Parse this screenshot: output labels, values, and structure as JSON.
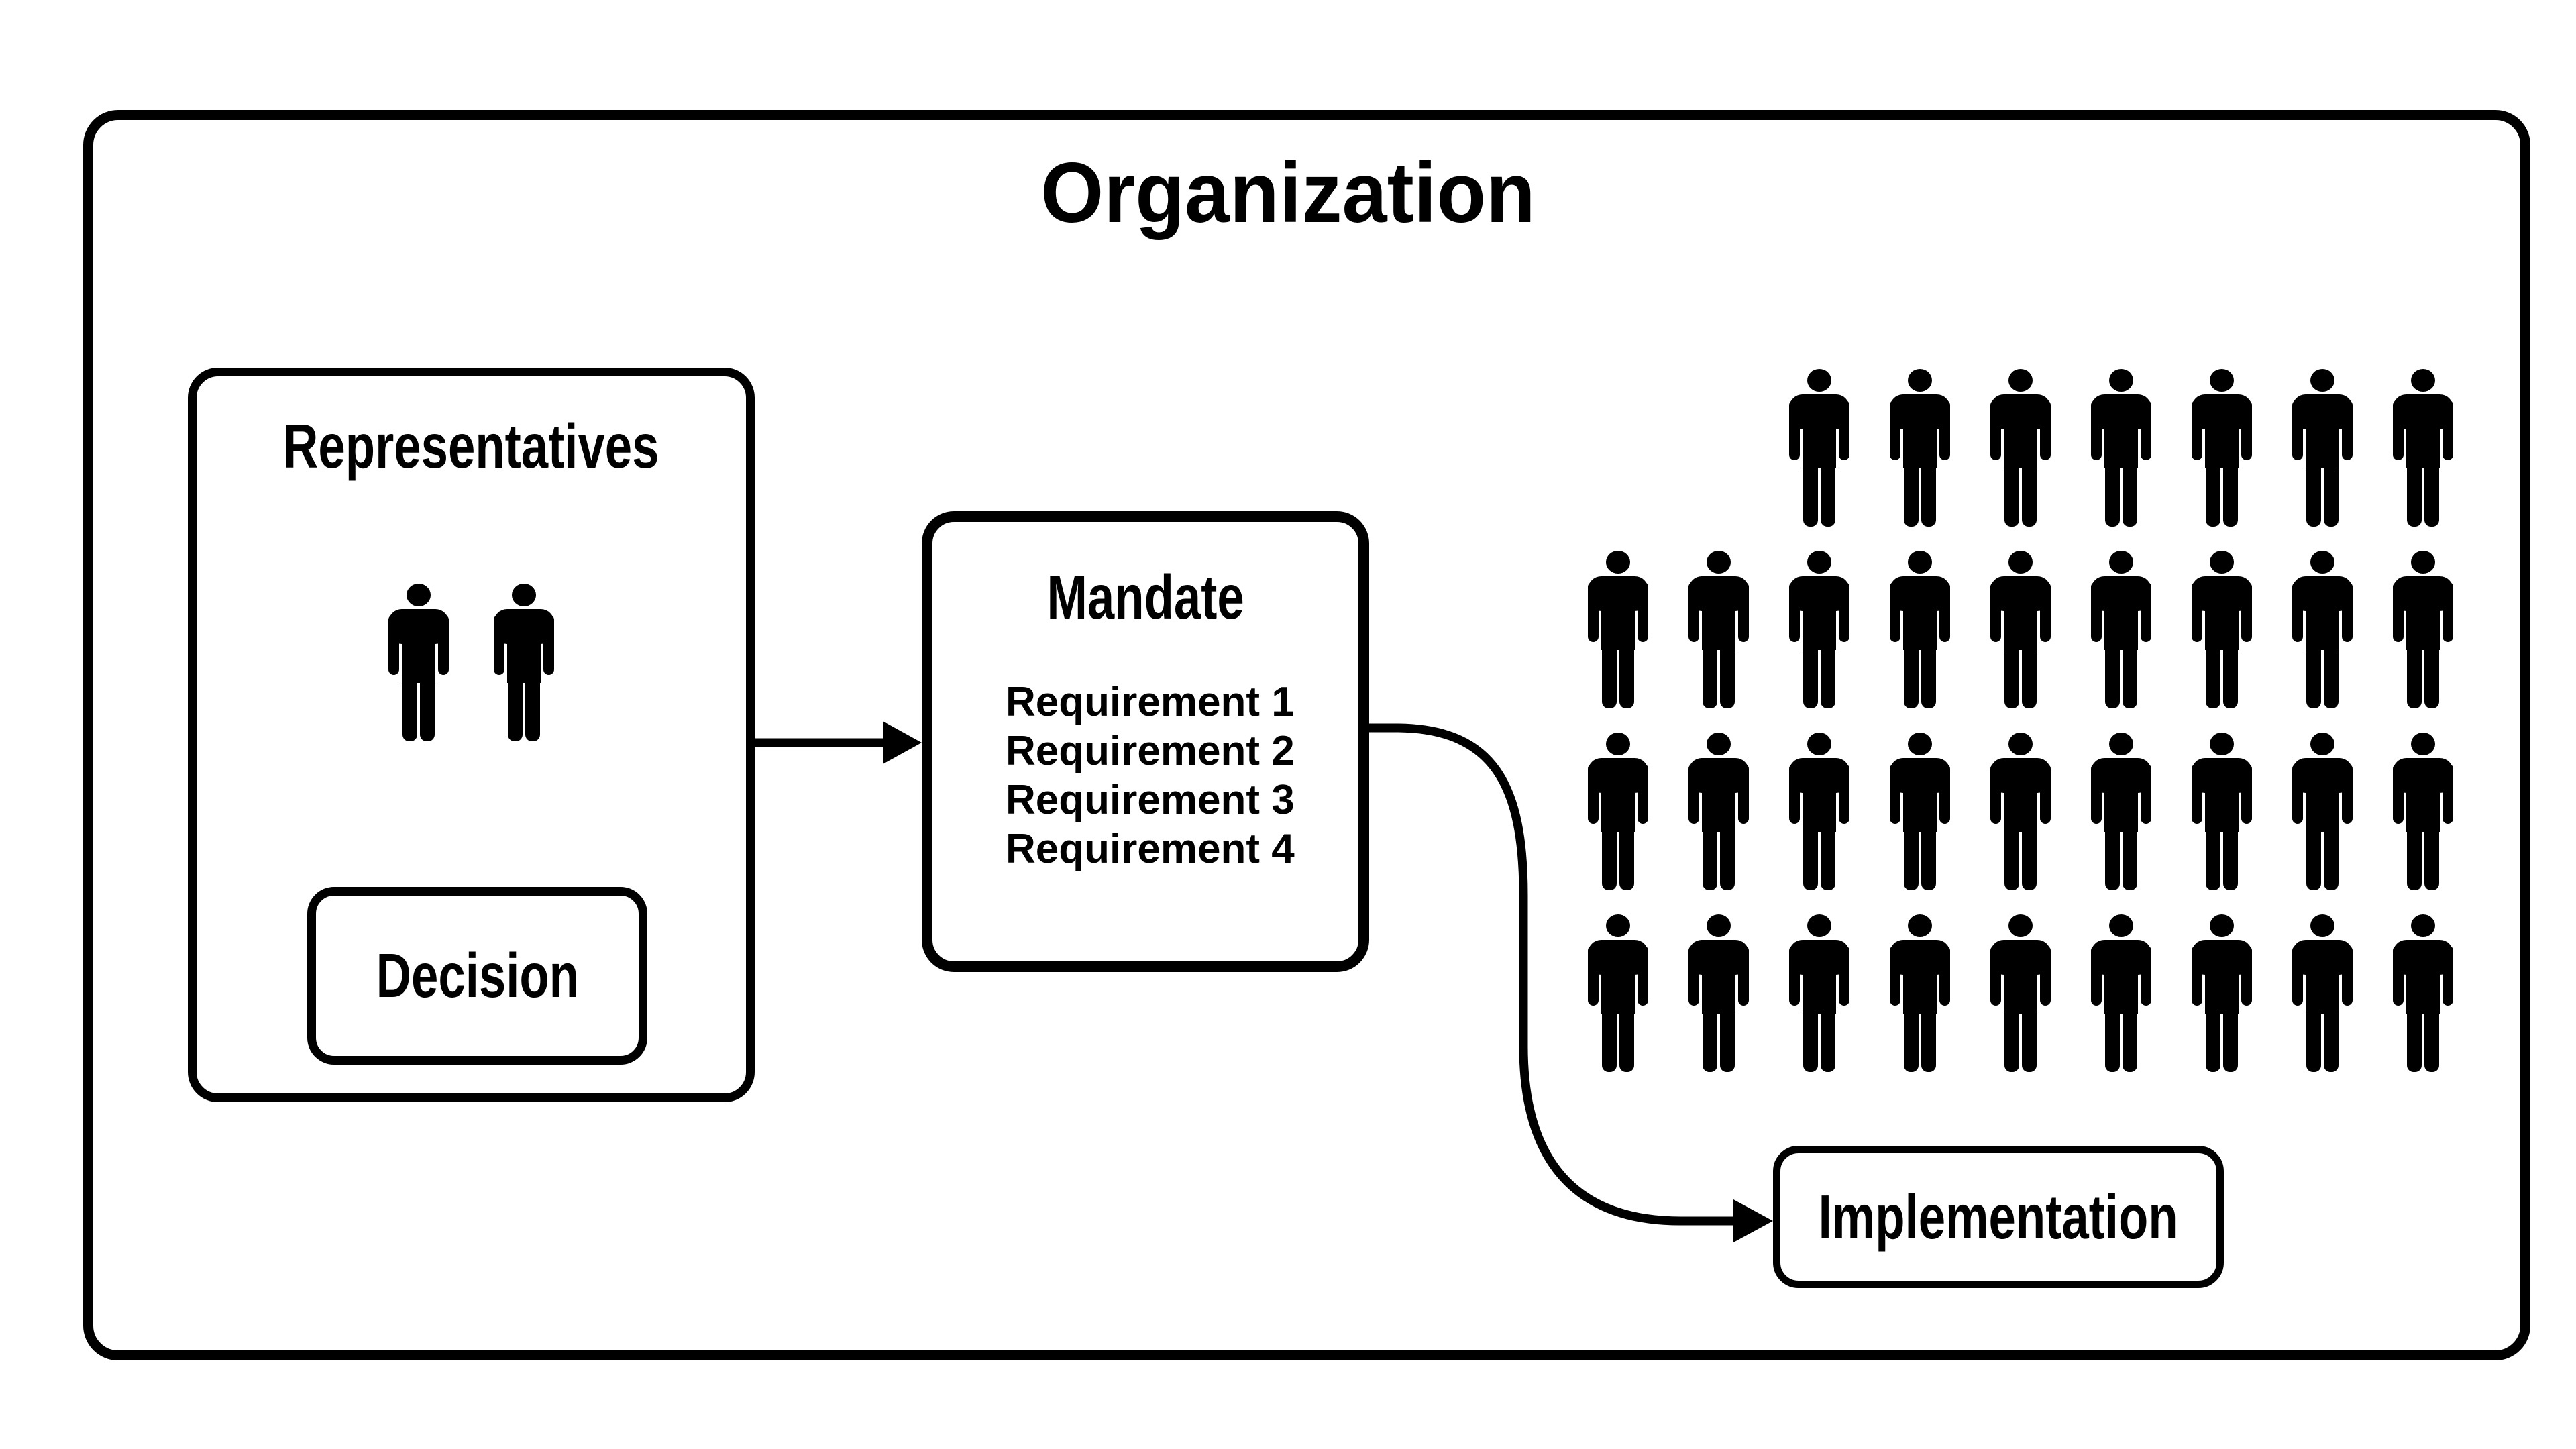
{
  "title": "Organization",
  "colors": {
    "ink": "#000000",
    "paper": "#ffffff"
  },
  "representatives": {
    "label": "Representatives",
    "person_count": 2,
    "decision": {
      "label": "Decision"
    }
  },
  "mandate": {
    "label": "Mandate",
    "requirements": [
      "Requirement 1",
      "Requirement 2",
      "Requirement 3",
      "Requirement 4"
    ]
  },
  "implementation": {
    "label": "Implementation"
  },
  "population": {
    "rows": [
      {
        "count": 7
      },
      {
        "count": 9
      },
      {
        "count": 9
      },
      {
        "count": 9
      }
    ]
  },
  "arrows": [
    {
      "name": "representatives-to-mandate"
    },
    {
      "name": "mandate-to-implementation"
    }
  ],
  "icons": {
    "person": "person-icon"
  }
}
